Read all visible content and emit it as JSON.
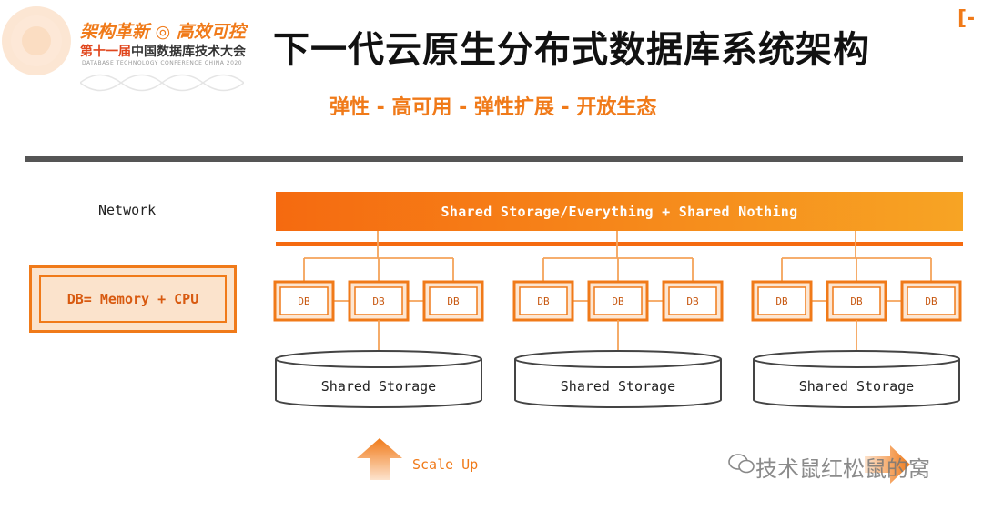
{
  "logo": {
    "slogan": "架构革新 ◎ 高效可控",
    "conf_number": "第十一届",
    "conf_name": "中国数据库技术大会",
    "conf_en": "DATABASE TECHNOLOGY CONFERENCE CHINA 2020",
    "corner_mark": "[-"
  },
  "title": "下一代云原生分布式数据库系统架构",
  "subtitle": "弹性 - 高可用 - 弹性扩展 - 开放生态",
  "network_label": "Network",
  "banner_text": "Shared Storage/Everything + Shared Nothing",
  "legend_text": "DB= Memory + CPU",
  "db_label": "DB",
  "storage_label": "Shared Storage",
  "scale_up_label": "Scale Up",
  "watermark": "技术鼠红松鼠的窝",
  "colors": {
    "accent": "#f07a19",
    "accent_dark": "#d85a10",
    "divider": "#555555",
    "legend_fill": "#fbe3cc"
  }
}
